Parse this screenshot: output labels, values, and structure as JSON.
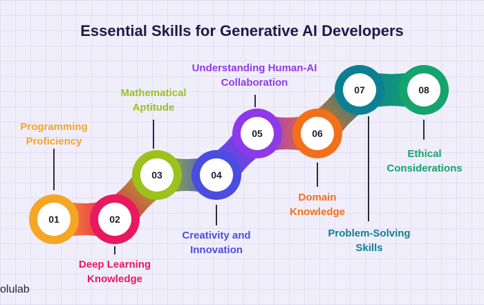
{
  "title": "Essential Skills for Generative AI Developers",
  "logo": "olulab",
  "steps": [
    {
      "num": "01",
      "label_lines": [
        "Programming",
        "Proficiency"
      ],
      "color": "#f5a623"
    },
    {
      "num": "02",
      "label_lines": [
        "Deep Learning",
        "Knowledge"
      ],
      "color": "#e8195e"
    },
    {
      "num": "03",
      "label_lines": [
        "Mathematical",
        "Aptitude"
      ],
      "color": "#9cc21c"
    },
    {
      "num": "04",
      "label_lines": [
        "Creativity and",
        "Innovation"
      ],
      "color": "#4a4de0"
    },
    {
      "num": "05",
      "label_lines": [
        "Understanding Human-AI",
        "Collaboration"
      ],
      "color": "#8e3ae8"
    },
    {
      "num": "06",
      "label_lines": [
        "Domain",
        "Knowledge"
      ],
      "color": "#f2701a"
    },
    {
      "num": "07",
      "label_lines": [
        "Problem-Solving",
        "Skills"
      ],
      "color": "#0d7f92"
    },
    {
      "num": "08",
      "label_lines": [
        "Ethical",
        "Considerations"
      ],
      "color": "#14a46c"
    }
  ]
}
